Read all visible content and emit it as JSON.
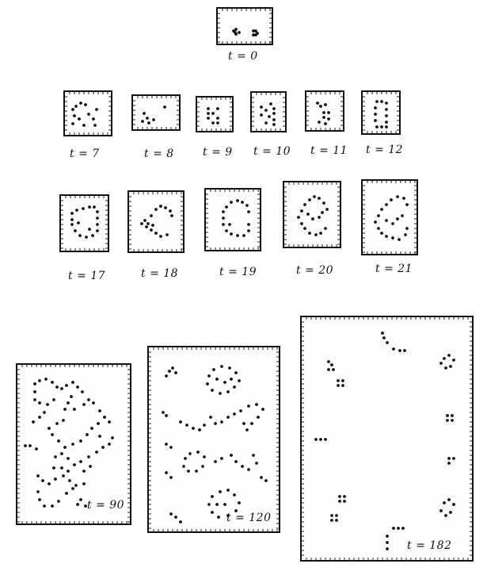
{
  "figure": {
    "panels": [
      {
        "id": "p0",
        "label": "t = 0"
      },
      {
        "id": "p7",
        "label": "t = 7"
      },
      {
        "id": "p8",
        "label": "t = 8"
      },
      {
        "id": "p9",
        "label": "t = 9"
      },
      {
        "id": "p10",
        "label": "t = 10"
      },
      {
        "id": "p11",
        "label": "t = 11"
      },
      {
        "id": "p12",
        "label": "t = 12"
      },
      {
        "id": "p17",
        "label": "t = 17"
      },
      {
        "id": "p18",
        "label": "t = 18"
      },
      {
        "id": "p19",
        "label": "t = 19"
      },
      {
        "id": "p20",
        "label": "t = 20"
      },
      {
        "id": "p21",
        "label": "t = 21"
      },
      {
        "id": "p90",
        "label": "t = 90"
      },
      {
        "id": "p120",
        "label": "t = 120"
      },
      {
        "id": "p182",
        "label": "t = 182"
      }
    ]
  }
}
